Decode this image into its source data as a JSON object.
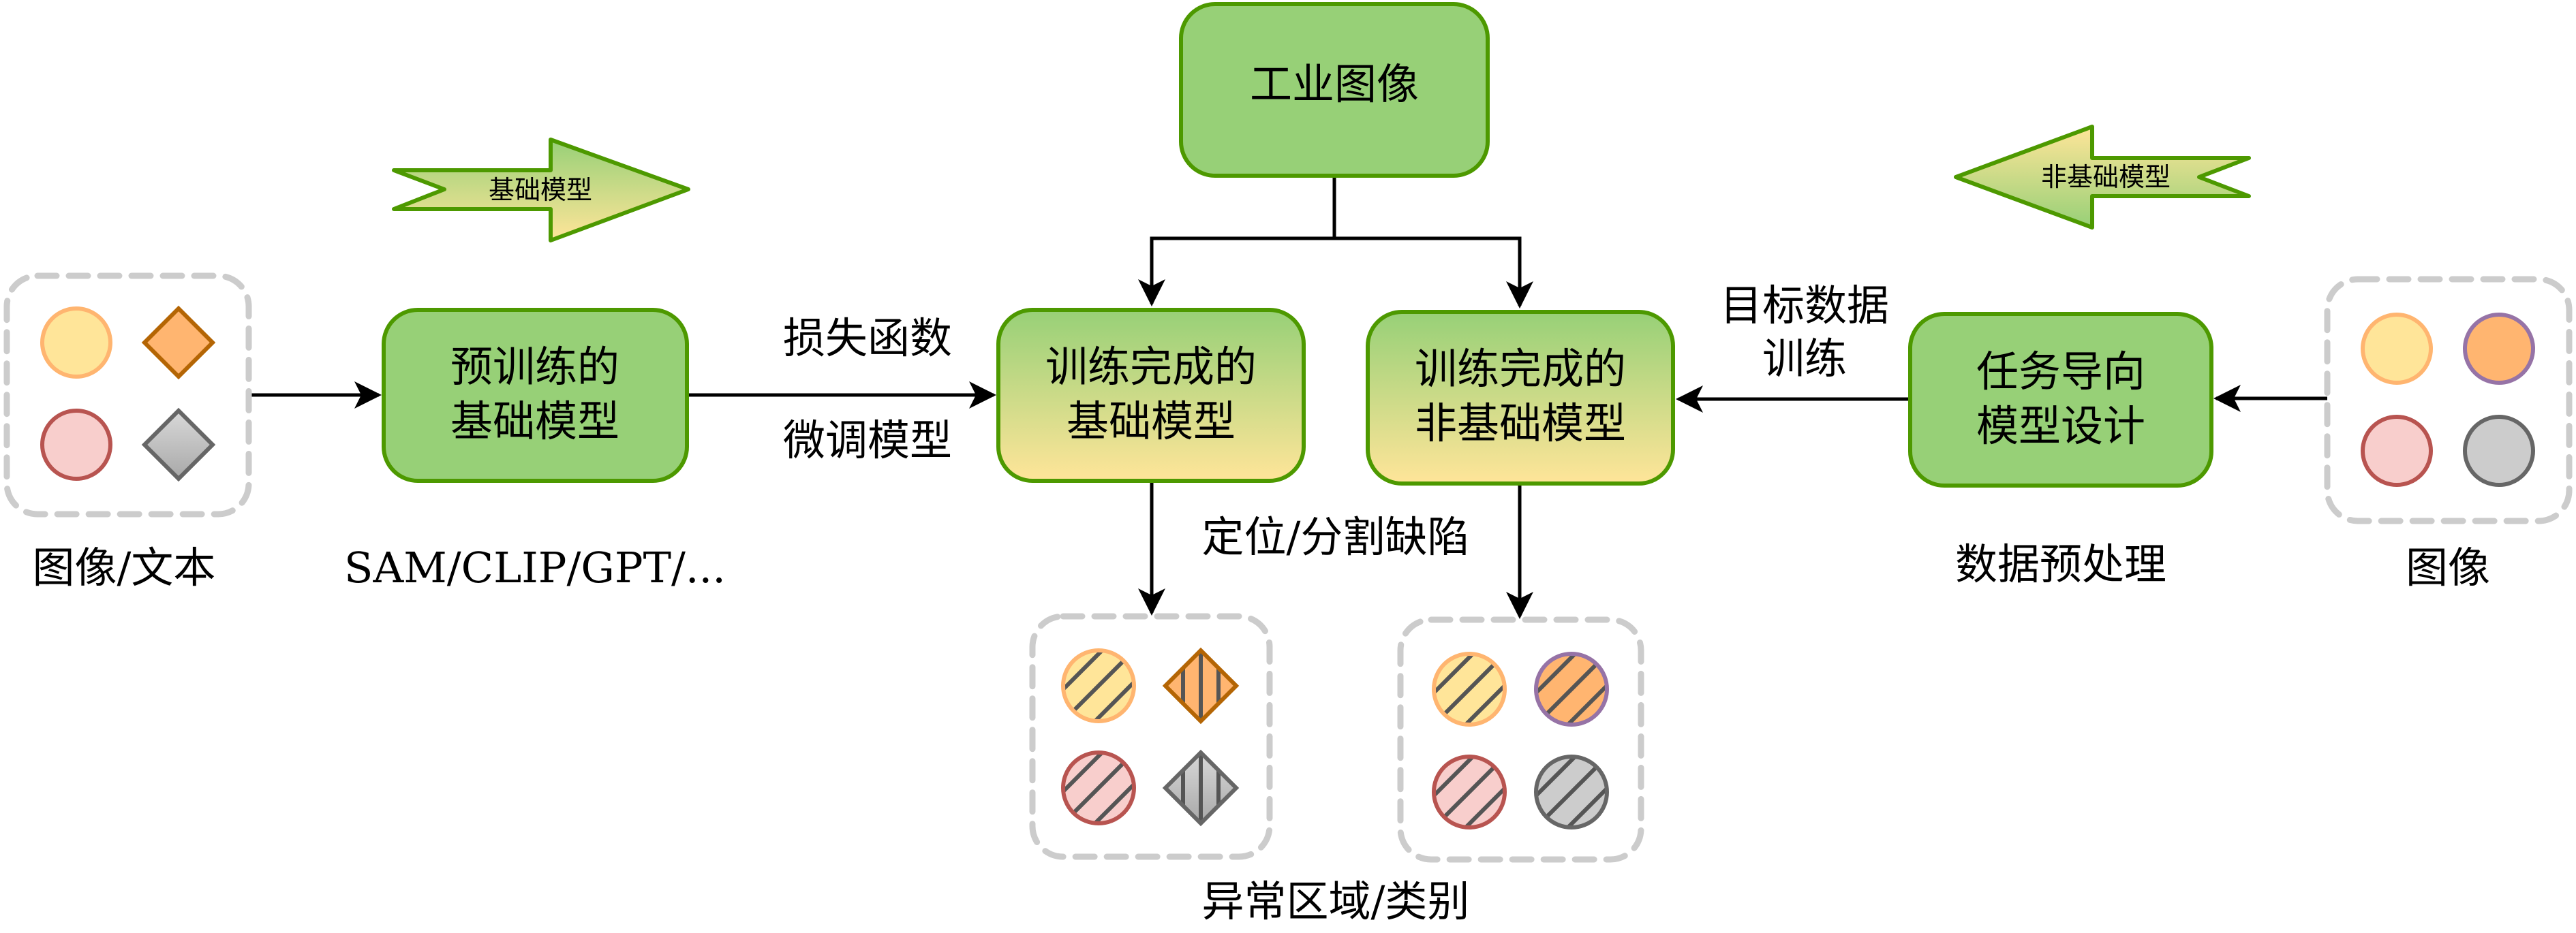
{
  "title_box": {
    "label": "工业图像"
  },
  "left_input": {
    "caption": "图像/文本",
    "shapes": [
      {
        "kind": "circle",
        "fill": "#FFE599",
        "stroke": "#FFB570"
      },
      {
        "kind": "diamond",
        "fill": "#FFB570",
        "stroke": "#B46504"
      },
      {
        "kind": "circle",
        "fill": "#F8CECC",
        "stroke": "#B85450"
      },
      {
        "kind": "diamond",
        "fill": "#CCCCCC",
        "stroke": "#666666"
      }
    ]
  },
  "right_input": {
    "caption": "图像",
    "shapes": [
      {
        "kind": "circle",
        "fill": "#FFE599",
        "stroke": "#FFB570"
      },
      {
        "kind": "circle",
        "fill": "#FFB570",
        "stroke": "#9673A6"
      },
      {
        "kind": "circle",
        "fill": "#F8CECC",
        "stroke": "#B85450"
      },
      {
        "kind": "circle",
        "fill": "#CCCCCC",
        "stroke": "#666666"
      }
    ]
  },
  "pretrained_box": {
    "line1": "预训练的",
    "line2": "基础模型",
    "caption": "SAM/CLIP/GPT/..."
  },
  "trained_foundation_box": {
    "line1": "训练完成的",
    "line2": "基础模型"
  },
  "trained_nonfoundation_box": {
    "line1": "训练完成的",
    "line2": "非基础模型"
  },
  "task_box": {
    "line1": "任务导向",
    "line2": "模型设计",
    "caption": "数据预处理"
  },
  "edge_labels": {
    "loss": "损失函数",
    "finetune": "微调模型",
    "target_data_line1": "目标数据",
    "target_data_line2": "训练",
    "locate": "定位/分割缺陷"
  },
  "banner_arrows": {
    "foundation": "基础模型",
    "non_foundation": "非基础模型"
  },
  "output_caption": "异常区域/类别",
  "output_left": {
    "shapes": [
      {
        "kind": "circle",
        "fill": "#FFE599",
        "stroke": "#FFB570",
        "hatch": "diagonal"
      },
      {
        "kind": "diamond",
        "fill": "#FFB570",
        "stroke": "#B46504",
        "hatch": "vertical"
      },
      {
        "kind": "circle",
        "fill": "#F8CECC",
        "stroke": "#B85450",
        "hatch": "diagonal"
      },
      {
        "kind": "diamond",
        "fill": "#CCCCCC",
        "stroke": "#666666",
        "hatch": "vertical"
      }
    ]
  },
  "output_right": {
    "shapes": [
      {
        "kind": "circle",
        "fill": "#FFE599",
        "stroke": "#FFB570",
        "hatch": "diagonal"
      },
      {
        "kind": "circle",
        "fill": "#FFB570",
        "stroke": "#9673A6",
        "hatch": "diagonal"
      },
      {
        "kind": "circle",
        "fill": "#F8CECC",
        "stroke": "#B85450",
        "hatch": "diagonal"
      },
      {
        "kind": "circle",
        "fill": "#CCCCCC",
        "stroke": "#666666",
        "hatch": "diagonal"
      }
    ]
  },
  "colors": {
    "box_green": "#97D077",
    "box_stroke": "#4D9900",
    "gradient_bottom": "#FFE599",
    "dashed_gray": "#CCCCCC"
  }
}
